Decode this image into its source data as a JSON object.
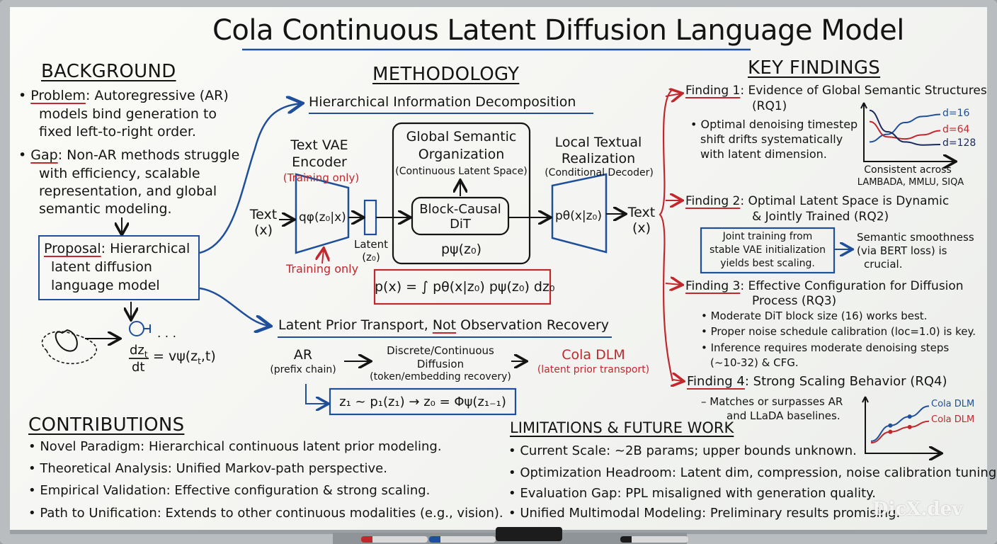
{
  "title": "Cola Continuous Latent Diffusion Language Model",
  "watermark": "DicX.dev",
  "background": {
    "heading": "BACKGROUND",
    "problem_label": "Problem",
    "problem_l1": ": Autoregressive (AR)",
    "problem_l2": "models bind generation to",
    "problem_l3": "fixed left-to-right order.",
    "gap_label": "Gap",
    "gap_l1": ": Non-AR methods struggle",
    "gap_l2": "with efficiency, scalable",
    "gap_l3": "representation, and global",
    "gap_l4": "semantic modeling.",
    "proposal_label": "Proposal",
    "proposal_l1": ": Hierarchical",
    "proposal_l2": "latent diffusion",
    "proposal_l3": "language model",
    "ode_ellipsis": "· · ·",
    "ode_lhs_num": "dz",
    "ode_lhs_sub": "t",
    "ode_lhs_den": "dt",
    "ode_rhs": "= vψ(z",
    "ode_rhs_sub": "t",
    "ode_rhs_end": ",t)"
  },
  "methodology": {
    "heading": "METHODOLOGY",
    "hid_title": "Hierarchical Information Decomposition",
    "encoder_title_l1": "Text VAE",
    "encoder_title_l2": "Encoder",
    "encoder_note": "(Training only)",
    "encoder_fn": "qφ(z₀|x)",
    "input_l1": "Text",
    "input_l2": "(x)",
    "latent_l1": "Latent",
    "latent_l2": "(z₀)",
    "training_only": "Training only",
    "global_l1": "Global Semantic",
    "global_l2": "Organization",
    "global_l3": "(Continuous Latent Space)",
    "dit_l1": "Block-Causal",
    "dit_l2": "DiT",
    "prior_fn": "pψ(z₀)",
    "local_l1": "Local Textual",
    "local_l2": "Realization",
    "local_l3": "(Conditional Decoder)",
    "decoder_fn": "pθ(x|z₀)",
    "output_l1": "Text",
    "output_l2": "(x)",
    "formula": "p(x) = ∫ pθ(x|z₀) pψ(z₀) dz₀",
    "lpt_title_a": "Latent Prior Transport, ",
    "lpt_title_not": "Not",
    "lpt_title_b": " Observation Recovery",
    "ar_l1": "AR",
    "ar_l2": "(prefix chain)",
    "dc_l1": "Discrete/Continuous",
    "dc_l2": "Diffusion",
    "dc_l3": "(token/embedding recovery)",
    "cola_l1": "Cola DLM",
    "cola_l2": "(latent prior transport)",
    "transport_formula": "z₁ ~ p₁(z₁) → z₀ = Φψ(z₁₋₁)"
  },
  "findings": {
    "heading": "KEY FINDINGS",
    "f1_label": "Finding 1",
    "f1_title_l1": ": Evidence of Global Semantic Structures",
    "f1_title_l2": "(RQ1)",
    "f1_bullet_l1": "• Optimal denoising timestep",
    "f1_bullet_l2": "shift drifts systematically",
    "f1_bullet_l3": "with latent dimension.",
    "f1_chart_caption_l1": "Consistent across",
    "f1_chart_caption_l2": "LAMBADA, MMLU, SIQA",
    "f2_label": "Finding 2",
    "f2_title_l1": ": Optimal Latent Space is Dynamic",
    "f2_title_l2": "& Jointly Trained (RQ2)",
    "f2_box_l1": "Joint training from",
    "f2_box_l2": "stable VAE initialization",
    "f2_box_l3": "yields best scaling.",
    "f2_side_l1": "Semantic smoothness",
    "f2_side_l2": "(via BERT loss) is",
    "f2_side_l3": "crucial.",
    "f3_label": "Finding 3",
    "f3_title_l1": ": Effective Configuration for Diffusion",
    "f3_title_l2": "Process (RQ3)",
    "f3_b1": "• Moderate DiT block size (16) works best.",
    "f3_b2": "• Proper noise schedule calibration (loc=1.0) is key.",
    "f3_b3_l1": "• Inference requires moderate denoising steps",
    "f3_b3_l2": "(~10-32) & CFG.",
    "f4_label": "Finding 4",
    "f4_title": ": Strong Scaling Behavior (RQ4)",
    "f4_bullet_l1": "– Matches or surpasses AR",
    "f4_bullet_l2": "and LLaDA baselines."
  },
  "contributions": {
    "heading": "CONTRIBUTIONS",
    "items": [
      "• Novel Paradigm: Hierarchical continuous latent prior modeling.",
      "• Theoretical Analysis: Unified Markov-path perspective.",
      "• Empirical Validation: Effective configuration & strong scaling.",
      "• Path to Unification: Extends to other continuous modalities (e.g., vision)."
    ]
  },
  "limitations": {
    "heading": "LIMITATIONS & FUTURE WORK",
    "items": [
      "• Current Scale: ~2B params; upper bounds unknown.",
      "• Optimization Headroom: Latent dim, compression, noise calibration tuning.",
      "• Evaluation Gap: PPL misaligned with generation quality.",
      "• Unified Multimodal Modeling: Preliminary results promising."
    ]
  },
  "colors": {
    "ink": "#141414",
    "blue": "#1f4f9a",
    "red": "#c0282e",
    "board": "#f6f6f3",
    "frame": "#b9bdc0"
  },
  "chart_data": [
    {
      "type": "line",
      "series": [
        {
          "name": "d=16",
          "values": [
            0.3,
            0.45,
            0.68,
            0.8,
            0.84
          ]
        },
        {
          "name": "d=64",
          "values": [
            0.7,
            0.4,
            0.36,
            0.44,
            0.52
          ]
        },
        {
          "name": "d=128",
          "values": [
            0.92,
            0.5,
            0.3,
            0.24,
            0.25
          ]
        }
      ],
      "title": "",
      "xlabel": "",
      "ylabel": "",
      "grid": false
    },
    {
      "type": "line",
      "series": [
        {
          "name": "Cola DLM",
          "color": "#1f4f9a",
          "values": [
            0.15,
            0.45,
            0.62,
            0.82
          ]
        },
        {
          "name": "Cola DLM",
          "color": "#c0282e",
          "values": [
            0.12,
            0.33,
            0.42,
            0.53
          ]
        }
      ],
      "title": "",
      "xlabel": "",
      "ylabel": "",
      "grid": false
    }
  ]
}
